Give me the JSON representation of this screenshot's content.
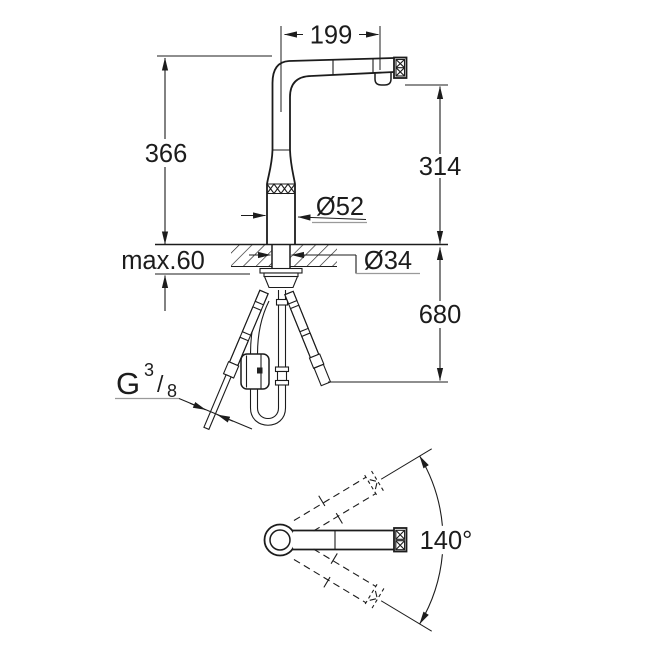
{
  "colors": {
    "ink": "#1c1c1c",
    "leader_gray": "#9a9a9a",
    "background": "#ffffff"
  },
  "side_view": {
    "dim_spout_reach": "199",
    "dim_height_above_deck": "366",
    "dim_outlet_height": "314",
    "dim_body_diameter": "Ø52",
    "dim_max_deck_thickness": "max.60",
    "dim_hole_diameter": "Ø34",
    "dim_below_deck_length": "680",
    "thread_label": {
      "g": "G",
      "numerator": "3",
      "slash": "/",
      "denominator": "8"
    }
  },
  "top_view": {
    "dim_swivel_angle": "140°"
  }
}
